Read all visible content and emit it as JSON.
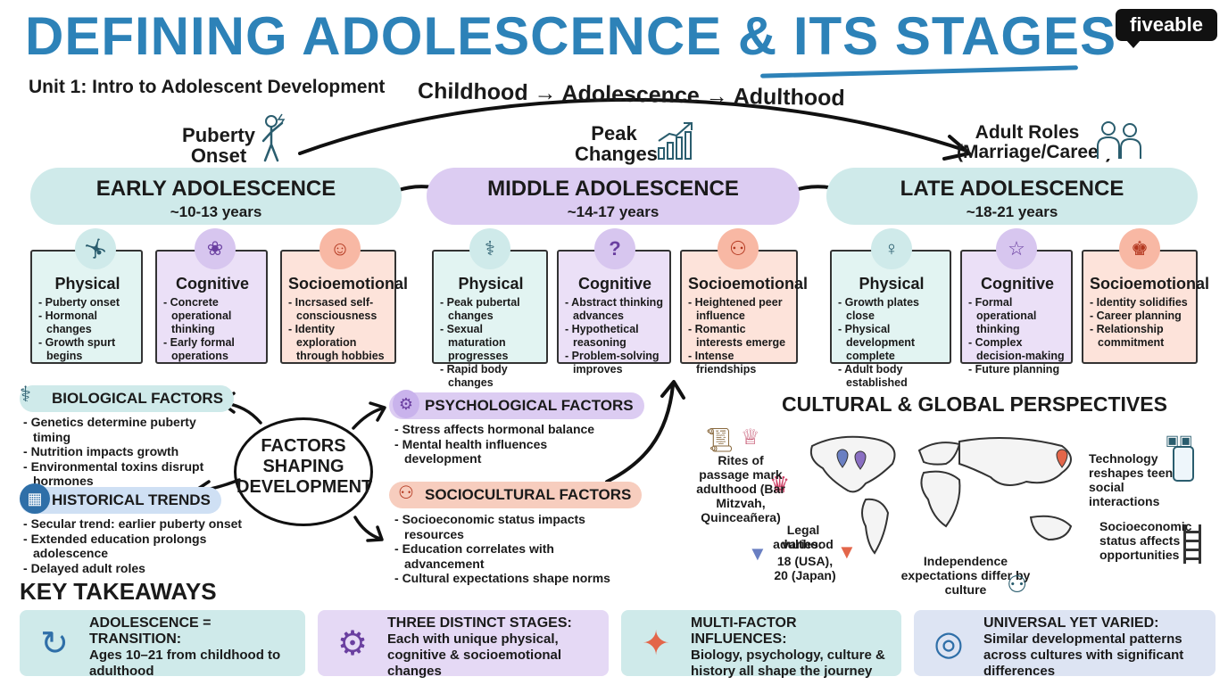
{
  "header": {
    "title": "DEFINING ADOLESCENCE & ITS STAGES",
    "unit": "Unit 1: Intro to Adolescent Development",
    "brand": "fiveable"
  },
  "timeline": {
    "arc_label": "Childhood → Adolescence → Adulthood",
    "puberty_onset": "Puberty Onset",
    "peak_changes": "Peak Changes",
    "adult_roles": "Adult Roles (Marriage/Career)"
  },
  "stages": [
    {
      "name": "EARLY ADOLESCENCE",
      "age": "~10-13 years",
      "color": "#cfeaea",
      "cards": [
        {
          "title": "Physical",
          "items": [
            "Puberty onset",
            "Hormonal changes",
            "Growth spurt begins"
          ]
        },
        {
          "title": "Cognitive",
          "items": [
            "Concrete operational thinking",
            "Early formal operations"
          ]
        },
        {
          "title": "Socioemotional",
          "items": [
            "Incrsased self-consciousness",
            "Identity exploration through hobbies"
          ]
        }
      ]
    },
    {
      "name": "MIDDLE ADOLESCENCE",
      "age": "~14-17 years",
      "color": "#dcccf2",
      "cards": [
        {
          "title": "Physical",
          "items": [
            "Peak pubertal changes",
            "Sexual maturation progresses",
            "Rapid body changes"
          ]
        },
        {
          "title": "Cognitive",
          "items": [
            "Abstract thinking advances",
            "Hypothetical reasoning",
            "Problem-solving improves"
          ]
        },
        {
          "title": "Socioemotional",
          "items": [
            "Heightened peer influence",
            "Romantic interests emerge",
            "Intense friendships"
          ]
        }
      ]
    },
    {
      "name": "LATE ADOLESCENCE",
      "age": "~18-21 years",
      "color": "#cfeaea",
      "cards": [
        {
          "title": "Physical",
          "items": [
            "Growth plates close",
            "Physical development complete",
            "Adult body established"
          ]
        },
        {
          "title": "Cognitive",
          "items": [
            "Formal operational thinking",
            "Complex decision-making",
            "Future planning"
          ]
        },
        {
          "title": "Socioemotional",
          "items": [
            "Identity solidifies",
            "Career planning",
            "Relationship commitment"
          ]
        }
      ]
    }
  ],
  "factors": {
    "center": "FACTORS SHAPING DEVELOPMENT",
    "biological": {
      "title": "BIOLOGICAL FACTORS",
      "items": [
        "Genetics determine puberty timing",
        "Nutrition impacts growth",
        "Environmental toxins disrupt hormones"
      ]
    },
    "historical": {
      "title": "HISTORICAL TRENDS",
      "items": [
        "Secular trend: earlier puberty onset",
        "Extended education prolongs adolescence",
        "Delayed adult roles"
      ]
    },
    "psychological": {
      "title": "PSYCHOLOGICAL FACTORS",
      "items": [
        "Stress affects hormonal balance",
        "Mental health influences development"
      ]
    },
    "sociocultural": {
      "title": "SOCIOCULTURAL FACTORS",
      "items": [
        "Socioeconomic status impacts resources",
        "Education correlates with advancement",
        "Cultural expectations shape norms"
      ]
    }
  },
  "cultural": {
    "title": "CULTURAL & GLOBAL PERSPECTIVES",
    "rites": "Rites of passage mark adulthood (Bar Mitzvah, Quinceañera)",
    "legal_line1": "Legal adulthood",
    "legal_line2": "varies:",
    "legal_line3": "18 (USA),",
    "legal_line4": "20 (Japan)",
    "independence": "Independence expectations differ by culture",
    "technology": "Technology reshapes teen social interactions",
    "socioeconomic": "Socioeconomic status affects opportunities"
  },
  "takeaways": {
    "title": "KEY TAKEAWAYS",
    "items": [
      {
        "heading": "ADOLESCENCE = TRANSITION:",
        "body": "Ages 10–21 from childhood to adulthood",
        "color": "#cfeaea"
      },
      {
        "heading": "THREE DISTINCT STAGES:",
        "body": "Each with unique physical, cognitive & socioemotional changes",
        "color": "#e5d9f5"
      },
      {
        "heading": "MULTI-FACTOR INFLUENCES:",
        "body": "Biology, psychology, culture & history all shape the journey",
        "color": "#cfeaea"
      },
      {
        "heading": "UNIVERSAL YET VARIED:",
        "body": "Similar developmental patterns across cultures with significant differences",
        "color": "#dde4f3"
      }
    ]
  },
  "colors": {
    "title_blue": "#2d82b8",
    "teal_bg": "#cfeaea",
    "purple_bg": "#dcccf2",
    "physical_card": "#e2f4f2",
    "cognitive_card": "#ebe0f7",
    "socio_card": "#fde3da",
    "orange_pill": "#f7cdbe"
  }
}
